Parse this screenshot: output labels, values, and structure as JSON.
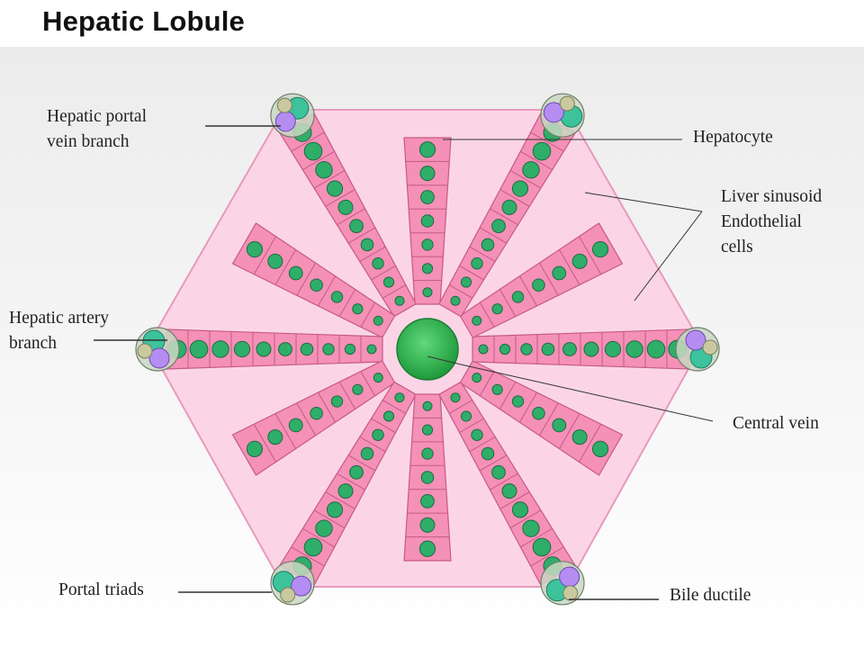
{
  "title": "Hepatic Lobule",
  "labels": {
    "portal_vein": "Hepatic portal\nvein branch",
    "hepatocyte": "Hepatocyte",
    "sinusoid": "Liver sinusoid\nEndothelial\ncells",
    "artery": "Hepatic artery\nbranch",
    "central_vein": "Central vein",
    "portal_triads": "Portal triads",
    "bile_ductile": "Bile ductile"
  },
  "colors": {
    "lobule_fill": "#fbd5e6",
    "lobule_edge": "#e89abb",
    "cord_fill": "#f590b6",
    "cord_edge": "#c65a86",
    "nucleus": "#2fae6a",
    "central_vein": "#2bbd4f",
    "portal_vein_cell": "#3cc39b",
    "artery_cell": "#b58cf2",
    "bile_cell": "#c9c9a0"
  }
}
